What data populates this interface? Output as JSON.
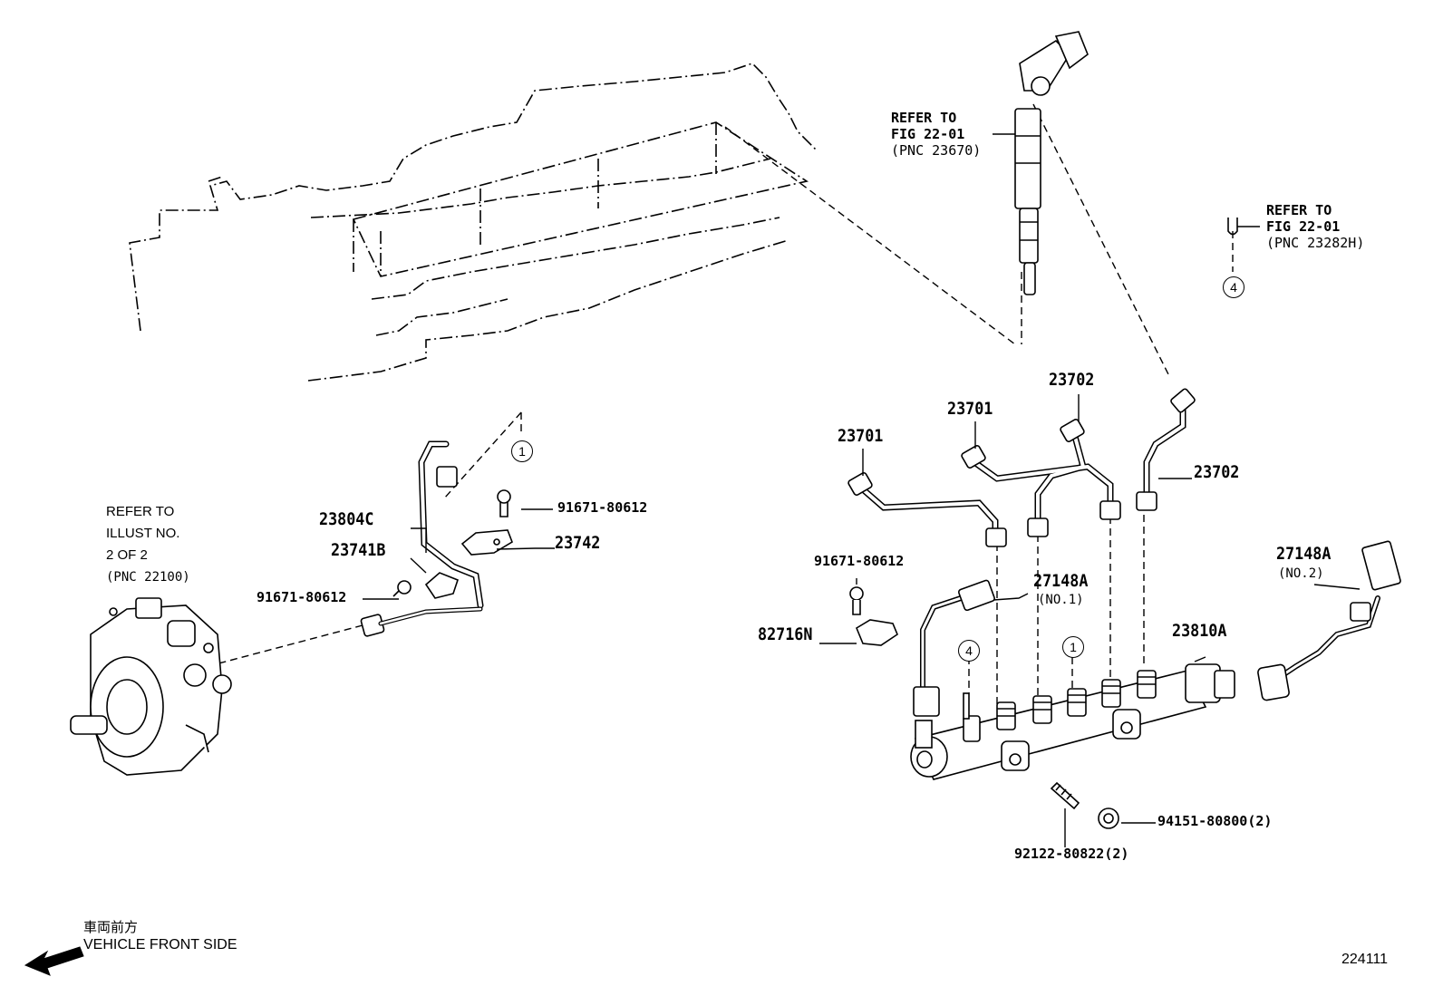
{
  "refer_notes": {
    "injector": [
      "REFER TO",
      "FIG 22-01",
      "(PNC 23670)"
    ],
    "clip": [
      "REFER TO",
      "FIG 22-01",
      "(PNC 23282H)"
    ],
    "pump": [
      "REFER TO",
      "ILLUST NO.",
      "2 OF 2",
      "(PNC 22100)"
    ]
  },
  "part_labels": {
    "p23701_left": "23701",
    "p23701_mid": "23701",
    "p23702_top": "23702",
    "p23702_right": "23702",
    "p23804C": "23804C",
    "p23741B": "23741B",
    "p23742": "23742",
    "p27148A_no1": "27148A",
    "p27148A_no1_sub": "(NO.1)",
    "p27148A_no2": "27148A",
    "p27148A_no2_sub": "(NO.2)",
    "p82716N": "82716N",
    "p23810A": "23810A",
    "bolt_a": "91671-80612",
    "bolt_b": "91671-80612",
    "bolt_c": "91671-80612",
    "nut": "94151-80800(2)",
    "stud": "92122-80822(2)"
  },
  "ref_circles": {
    "c1_top": "1",
    "c1_rail": "1",
    "c4_top": "4",
    "c4_rail": "4"
  },
  "footer": {
    "front_jp": "車両前方",
    "front_en": "VEHICLE FRONT SIDE",
    "figure_number": "224111"
  }
}
